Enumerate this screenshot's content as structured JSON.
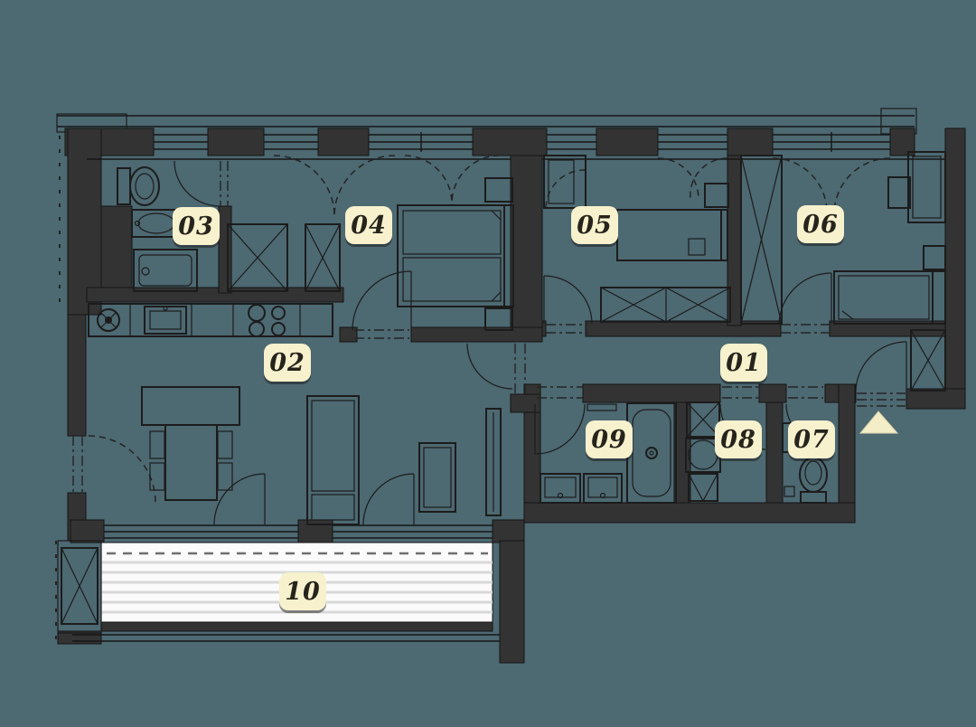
{
  "plan": {
    "type": "apartment-floor-plan",
    "rooms": [
      {
        "number": "01"
      },
      {
        "number": "02"
      },
      {
        "number": "03"
      },
      {
        "number": "04"
      },
      {
        "number": "05"
      },
      {
        "number": "06"
      },
      {
        "number": "07"
      },
      {
        "number": "08"
      },
      {
        "number": "09"
      },
      {
        "number": "10"
      }
    ],
    "entrance": {
      "marker": "triangle-arrow"
    },
    "colors": {
      "background": "#4d6972",
      "walls": "#333333",
      "lines": "#1a1a1a",
      "label_bg": "#f7f1cd",
      "label_text": "#26241c",
      "terrace_fill": "#fbfbfb",
      "terrace_stripe": "#d8d8d8",
      "entrance_arrow": "#f3edc8"
    }
  }
}
